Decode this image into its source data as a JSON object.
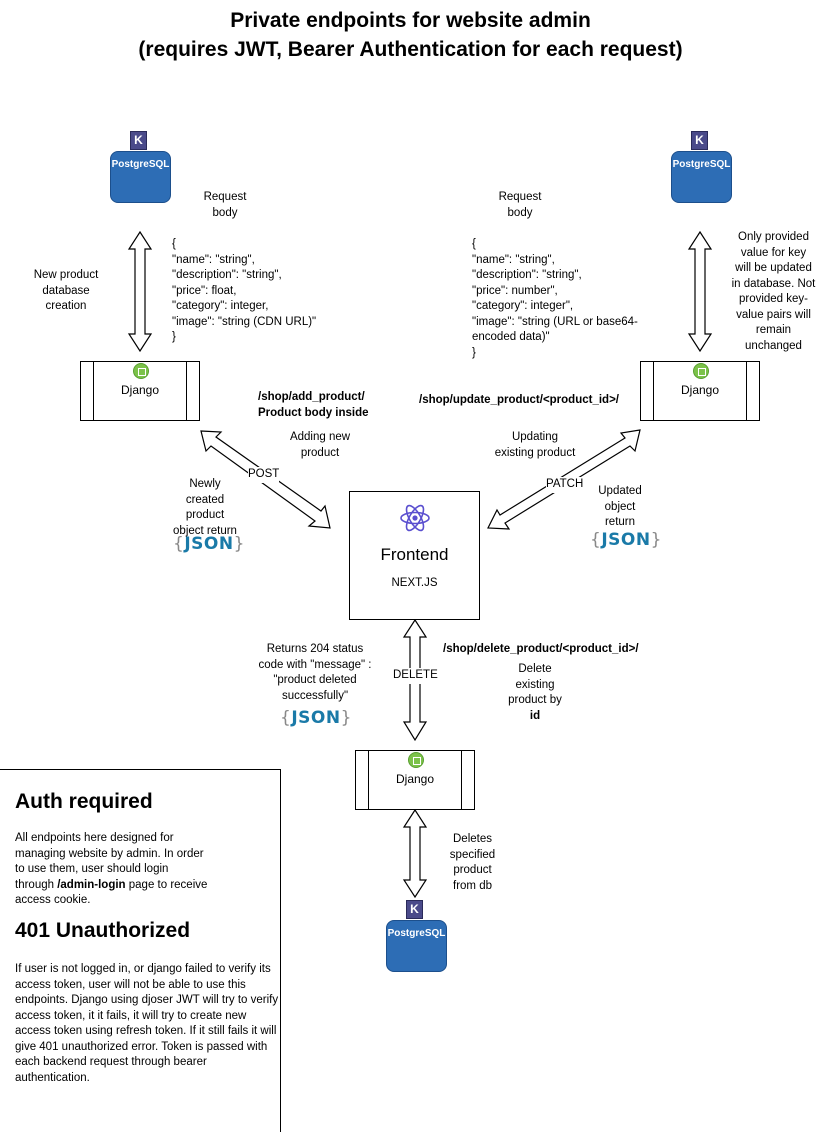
{
  "title": {
    "line1": "Private endpoints for website admin",
    "line2": "(requires JWT, Bearer Authentication for each request)"
  },
  "nodes": {
    "db_left": {
      "label": "PostgreSQL",
      "icon": "postgresql-elephant-icon"
    },
    "db_right": {
      "label": "PostgreSQL",
      "icon": "postgresql-elephant-icon"
    },
    "db_bottom": {
      "label": "PostgreSQL",
      "icon": "postgresql-elephant-icon"
    },
    "django_left": {
      "label": "Django"
    },
    "django_right": {
      "label": "Django"
    },
    "django_bottom": {
      "label": "Django"
    },
    "frontend": {
      "label": "Frontend",
      "sublabel": "NEXT.JS",
      "icon": "react-atom-icon"
    }
  },
  "left_flow": {
    "request_body_label": [
      "Request",
      "body"
    ],
    "request_body": [
      "{",
      "\"name\": \"string\",",
      "\"description\": \"string\",",
      "\"price\": float,",
      "\"category\": integer,",
      "\"image\": \"string (CDN URL)\"",
      "}"
    ],
    "db_action": [
      "New product",
      "database",
      "creation"
    ],
    "endpoint": [
      "/shop/add_product/",
      "Product body inside"
    ],
    "action": [
      "Adding new",
      "product"
    ],
    "method": "POST",
    "response": [
      "Newly",
      "created",
      "product",
      "object return"
    ],
    "json_badge": "JSON"
  },
  "right_flow": {
    "request_body_label": [
      "Request",
      "body"
    ],
    "request_body": [
      "{",
      "\"name\": \"string\",",
      "\"description\": \"string\",",
      "\"price\": number\",",
      "\"category\": integer\",",
      "\"image\": \"string (URL or base64-",
      "encoded data)\"",
      "}"
    ],
    "db_action": [
      "Only provided",
      "value for key",
      "will be updated",
      "in database. Not",
      "provided key-",
      "value pairs will",
      "remain",
      "unchanged"
    ],
    "endpoint": "/shop/update_product/<product_id>/",
    "action": [
      "Updating",
      "existing product"
    ],
    "method": "PATCH",
    "response": [
      "Updated",
      "object",
      "return"
    ],
    "json_badge": "JSON"
  },
  "bottom_flow": {
    "endpoint": "/shop/delete_product/<product_id>/",
    "action_lines": [
      "Delete",
      "existing",
      "product by"
    ],
    "action_bold": "id",
    "method": "DELETE",
    "response": [
      "Returns 204 status",
      "code with \"message\" :",
      "\"product deleted",
      "successfully\""
    ],
    "json_badge": "JSON",
    "db_action": [
      "Deletes",
      "specified",
      "product",
      "from db"
    ]
  },
  "auth_panel": {
    "heading": "Auth required",
    "text_before": "All endpoints here designed for managing website by admin. In order to use them, user should login through ",
    "text_bold": "/admin-login",
    "text_after": " page to receive access cookie.",
    "heading2": "401 Unauthorized",
    "text2": "If user is not logged in, or django failed to verify its access token, user will not be able to use this endpoints. Django using djoser JWT will try to verify access token, it it fails, it will try to create new access token using refresh token. If it still fails it will give 401 unauthorized error. Token is passed with each backend request through bearer authentication."
  },
  "colors": {
    "postgres_blue": "#2d6db5",
    "django_green": "#7cc24a",
    "react_purple": "#5a4fcf",
    "json_blue": "#1a7aa8"
  }
}
